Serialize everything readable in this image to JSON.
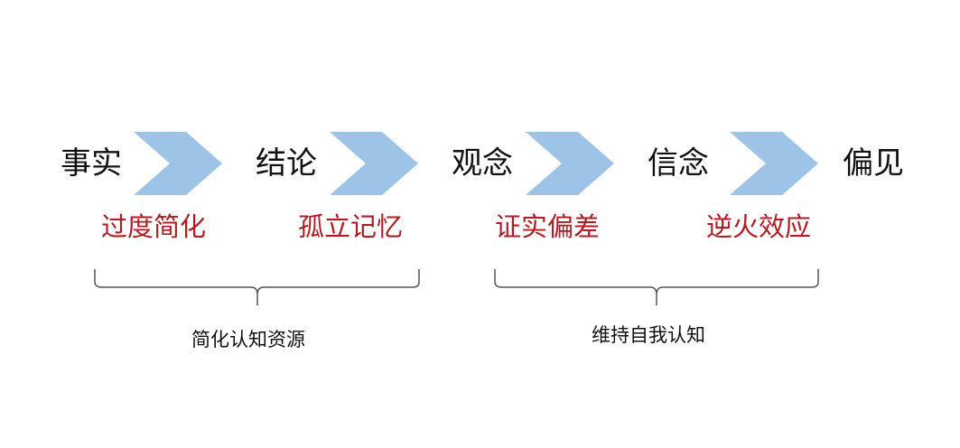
{
  "stages": [
    "事实",
    "结论",
    "观念",
    "信念",
    "偏见"
  ],
  "biases": [
    "过度简化",
    "孤立记忆",
    "证实偏差",
    "逆火效应"
  ],
  "groups": [
    "简化认知资源",
    "维持自我认知"
  ],
  "colors": {
    "chevron": "#9dc3e6",
    "bias_text": "#b01c24",
    "stage_text": "#111111",
    "bracket": "#555555"
  },
  "icons": [
    "chevron-arrow-icon",
    "curly-brace-icon"
  ]
}
